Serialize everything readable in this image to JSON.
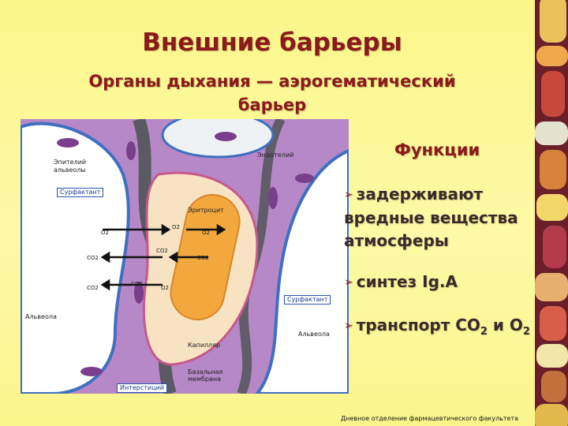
{
  "slide": {
    "title": "Внешние барьеры",
    "subtitle_line1": "Органы дыхания — аэрогематический",
    "subtitle_line2": "барьер",
    "functions_title": "Функции",
    "functions": [
      {
        "line1": "задерживают",
        "line2": "вредные вещества",
        "line3": "атмосферы"
      },
      {
        "text": "синтез Ig.A"
      },
      {
        "text_before": "транспорт CO",
        "sub1": "2",
        "text_mid": " и O",
        "sub2": "2"
      }
    ],
    "bullet_icon": "arrow-bullet-icon",
    "footer": "Дневное отделение фармацевтического факультета"
  },
  "figure": {
    "labels": {
      "epithelium": "Эпителий",
      "alveolus_top": "альвеолы",
      "endothelium": "Эндотелий",
      "surfactant_left": "Сурфактант",
      "erythrocyte": "Эритроцит",
      "surfactant_right": "Сурфактант",
      "alveola_left": "Альвеола",
      "alveola_right": "Альвеола",
      "capillary": "Капилляр",
      "basal_membrane_1": "Базальная",
      "basal_membrane_2": "мембрана",
      "interstitium": "Интерстиций"
    },
    "gases": {
      "o2_a": "O2",
      "o2_b": "O2",
      "o2_c": "O2",
      "co2_a": "CO2",
      "co2_b": "CO2",
      "co2_c": "CO2",
      "co2_d": "CO2",
      "co2_e": "CO2",
      "o2_d": "O2"
    }
  },
  "colors": {
    "title": "#8b1a1a",
    "background": "#fcf89a",
    "tissue_purple": "#b085c4",
    "wall_blue": "#3f6fc0",
    "erythrocyte": "#f2a83c"
  }
}
